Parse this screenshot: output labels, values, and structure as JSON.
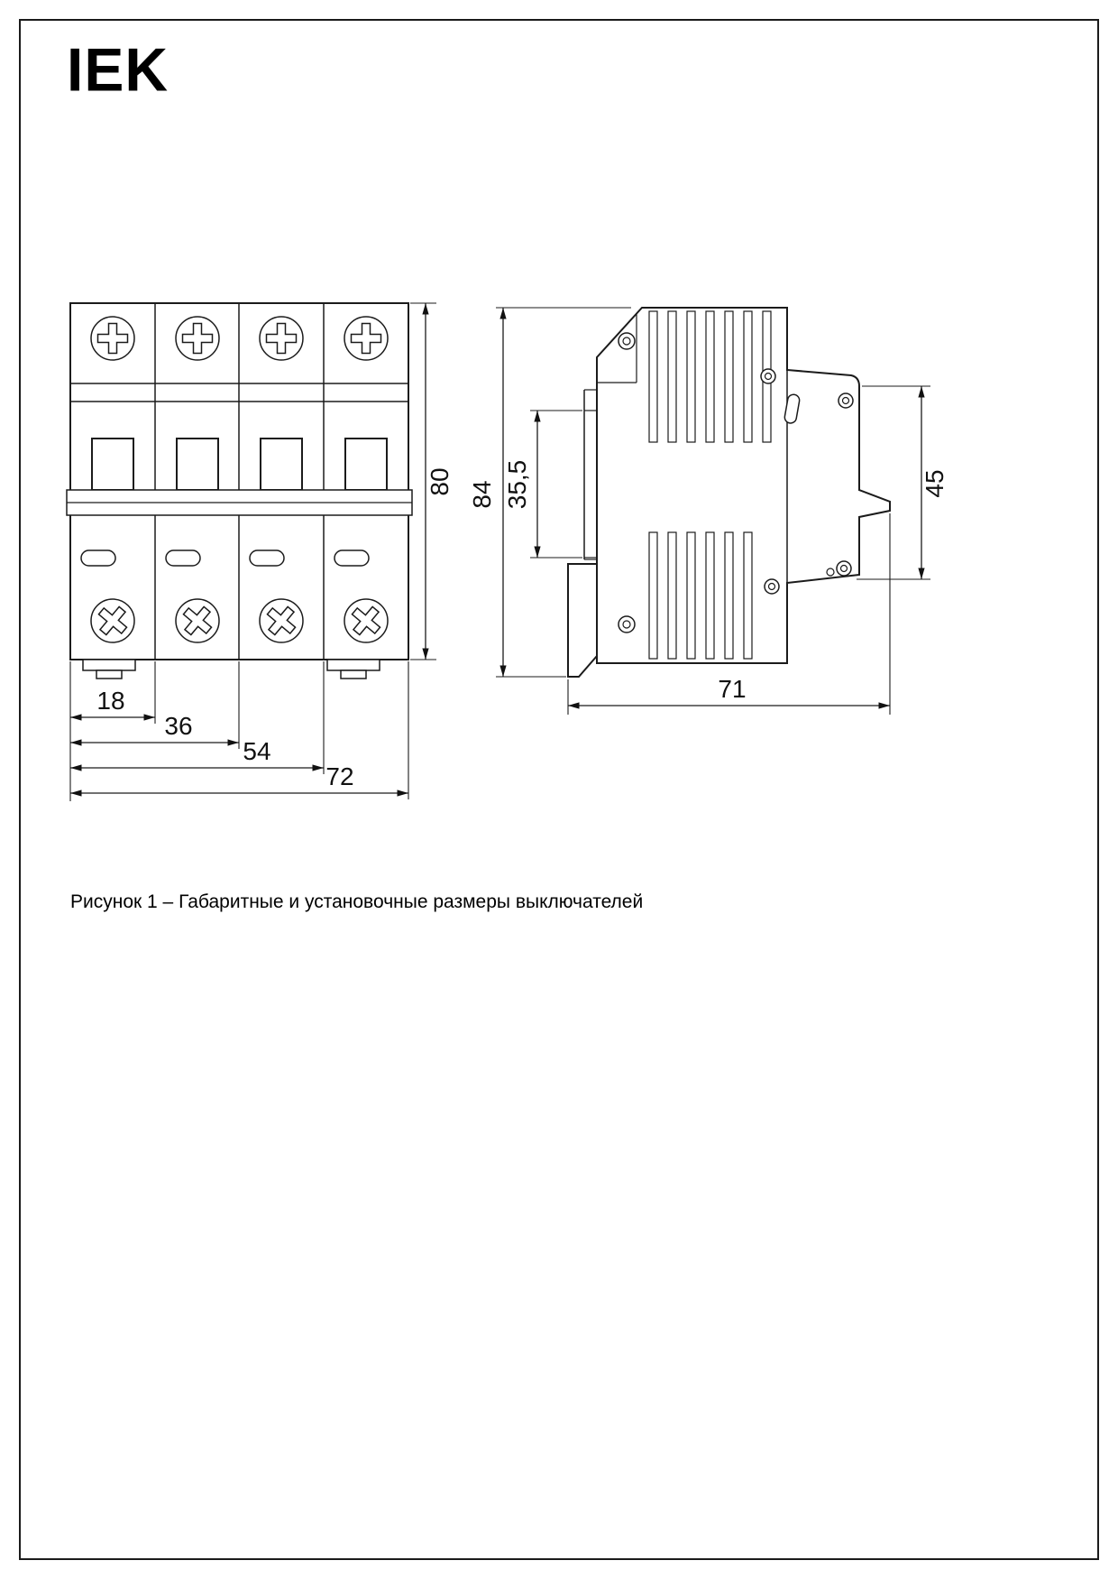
{
  "logo": {
    "text": "IEK"
  },
  "caption": {
    "text": "Рисунок 1 – Габаритные и установочные размеры выключателей"
  },
  "front_view": {
    "title": "front view of 4-pole circuit breaker",
    "dimensions": {
      "height": "80",
      "pole_width": "18",
      "two_poles": "36",
      "three_poles": "54",
      "total_width": "72"
    }
  },
  "side_view": {
    "title": "side view of circuit breaker",
    "dimensions": {
      "height": "84",
      "din_seat": "35,5",
      "front_height": "45",
      "depth": "71"
    }
  }
}
